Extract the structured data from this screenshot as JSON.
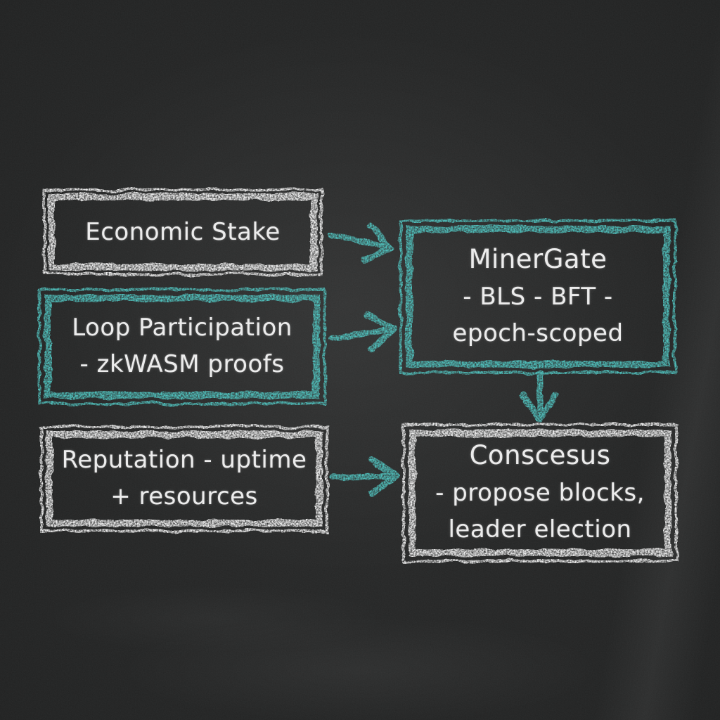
{
  "colors": {
    "background": "#212222",
    "chalk_white": "#ececec",
    "chalk_teal": "#4fbdb9"
  },
  "boxes": [
    {
      "id": "economic-stake",
      "border_color": "white",
      "lines": [
        "Economic Stake"
      ]
    },
    {
      "id": "loop-participation",
      "border_color": "teal",
      "lines": [
        "Loop Participation",
        "- zkWASM proofs"
      ]
    },
    {
      "id": "reputation",
      "border_color": "white",
      "lines": [
        "Reputation - uptime",
        "+ resources"
      ]
    },
    {
      "id": "minergate",
      "border_color": "teal",
      "lines": [
        "MinerGate",
        "- BLS - BFT -",
        "epoch-scoped"
      ]
    },
    {
      "id": "consensus",
      "border_color": "white",
      "lines": [
        "Conscesus",
        "- propose blocks,",
        "leader election"
      ]
    }
  ],
  "arrows": [
    {
      "id": "economic-stake-to-minergate",
      "from": "economic-stake",
      "to": "minergate",
      "color": "teal",
      "direction": "right"
    },
    {
      "id": "loop-participation-to-minergate",
      "from": "loop-participation",
      "to": "minergate",
      "color": "teal",
      "direction": "right"
    },
    {
      "id": "reputation-to-consensus",
      "from": "reputation",
      "to": "consensus",
      "color": "teal",
      "direction": "right"
    },
    {
      "id": "minergate-to-consensus",
      "from": "minergate",
      "to": "consensus",
      "color": "teal",
      "direction": "down"
    }
  ]
}
